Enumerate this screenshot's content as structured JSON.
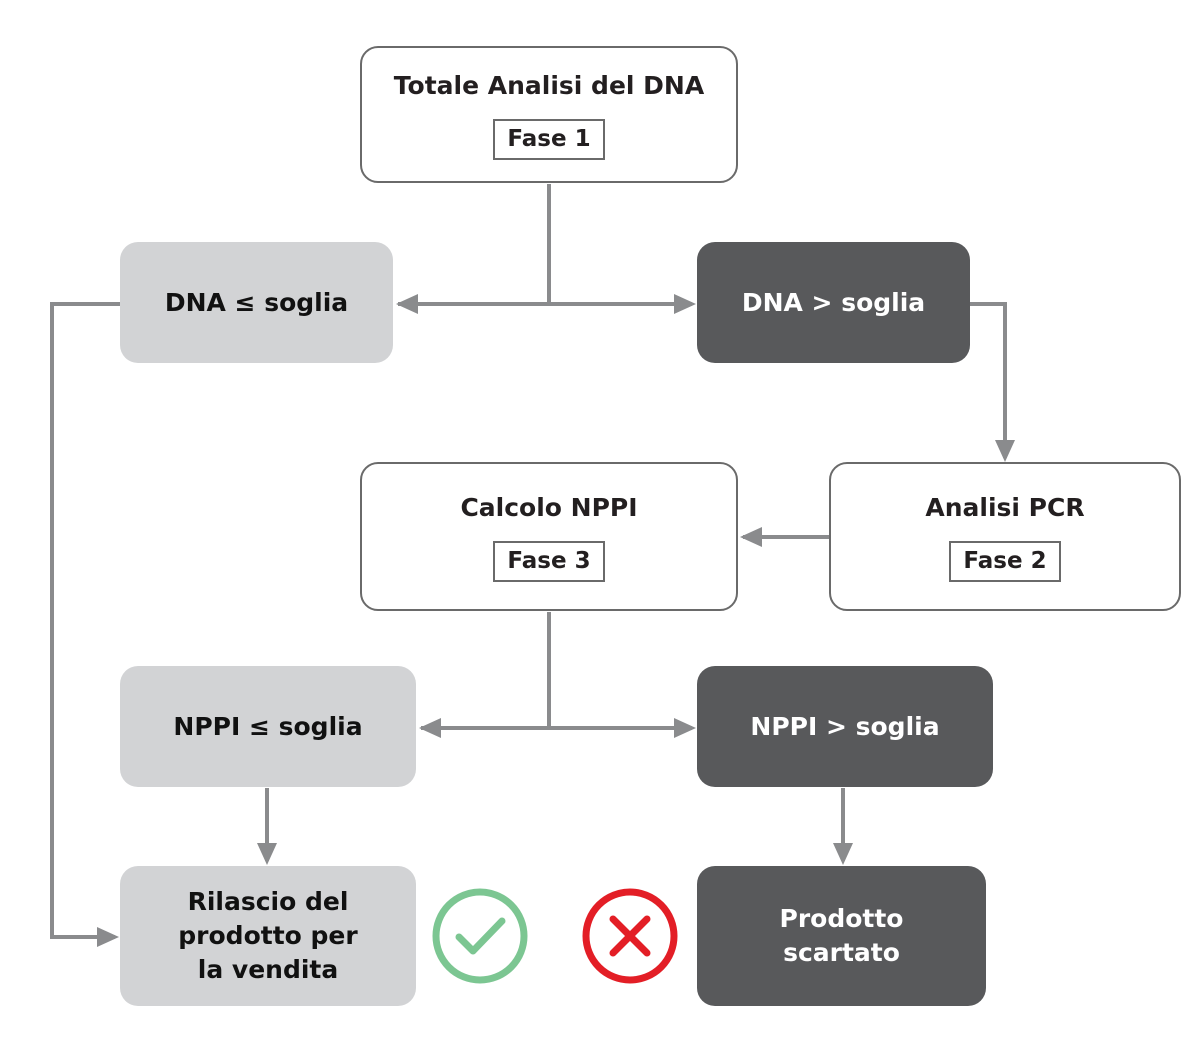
{
  "nodes": {
    "total_dna": {
      "title": "Totale Analisi del DNA",
      "phase": "Fase 1"
    },
    "dna_low": {
      "label": "DNA ≤ soglia"
    },
    "dna_high": {
      "label": "DNA > soglia"
    },
    "pcr": {
      "title": "Analisi PCR",
      "phase": "Fase 2"
    },
    "nppi_calc": {
      "title": "Calcolo NPPI",
      "phase": "Fase 3"
    },
    "nppi_low": {
      "label": "NPPI ≤ soglia"
    },
    "nppi_high": {
      "label": "NPPI > soglia"
    },
    "release": {
      "line1": "Rilascio del",
      "line2": "prodotto per",
      "line3": "la vendita"
    },
    "discarded": {
      "line1": "Prodotto",
      "line2": "scartato"
    }
  },
  "icons": {
    "approved": "check-circle-icon",
    "rejected": "x-circle-icon"
  },
  "colors": {
    "connector": "#8a8b8d",
    "light_box": "#d2d3d5",
    "dark_box": "#58595b",
    "check": "#7cc692",
    "cross": "#e31e26"
  }
}
